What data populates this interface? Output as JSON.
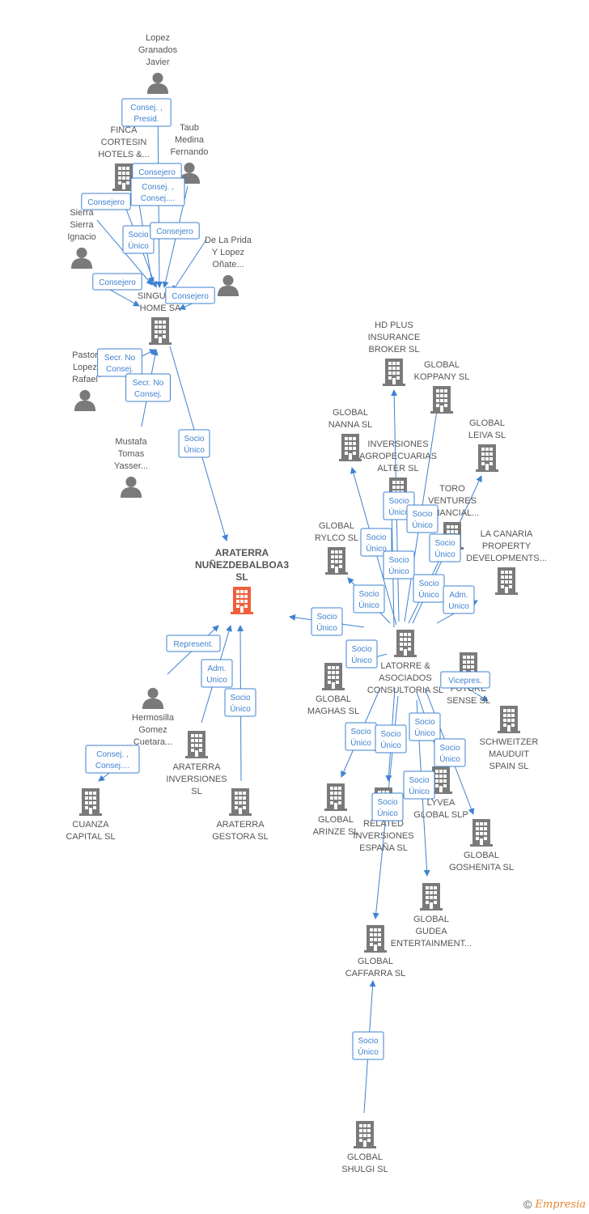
{
  "colors": {
    "edge": "#3f82d0",
    "node_icon": "#7a7a7a",
    "central_icon": "#f0603a",
    "label": "#555555"
  },
  "nodes": [
    {
      "id": "lopez",
      "type": "person",
      "label": [
        "Lopez",
        "Granados",
        "Javier"
      ]
    },
    {
      "id": "finca",
      "type": "company",
      "label": [
        "FINCA",
        "CORTESIN",
        "HOTELS &..."
      ]
    },
    {
      "id": "taub",
      "type": "person",
      "label": [
        "Taub",
        "Medina",
        "Fernando"
      ]
    },
    {
      "id": "sierra",
      "type": "person",
      "label": [
        "Sierra",
        "Sierra",
        "Ignacio"
      ]
    },
    {
      "id": "delaprida",
      "type": "person",
      "label": [
        "De La Prida",
        "Y Lopez",
        "Oñate..."
      ]
    },
    {
      "id": "singhome",
      "type": "company",
      "label": [
        "SINGULAR",
        "HOME SA"
      ]
    },
    {
      "id": "pastor",
      "type": "person",
      "label": [
        "Pastor",
        "Lopez",
        "Rafael"
      ]
    },
    {
      "id": "mustafa",
      "type": "person",
      "label": [
        "Mustafa",
        "Tomas",
        "Yasser..."
      ]
    },
    {
      "id": "araterra",
      "type": "central",
      "label": [
        "ARATERRA",
        "NUÑEZDEBALBOA3",
        "SL"
      ]
    },
    {
      "id": "hermosilla",
      "type": "person",
      "label": [
        "Hermosilla",
        "Gomez",
        "Cuetara..."
      ]
    },
    {
      "id": "cuanza",
      "type": "company",
      "label": [
        "CUANZA",
        "CAPITAL SL"
      ]
    },
    {
      "id": "arainv",
      "type": "company",
      "label": [
        "ARATERRA",
        "INVERSIONES",
        "SL"
      ]
    },
    {
      "id": "aragest",
      "type": "company",
      "label": [
        "ARATERRA",
        "GESTORA SL"
      ]
    },
    {
      "id": "hdplus",
      "type": "company",
      "label": [
        "HD PLUS",
        "INSURANCE",
        "BROKER SL"
      ]
    },
    {
      "id": "koppany",
      "type": "company",
      "label": [
        "GLOBAL",
        "KOPPANY SL"
      ]
    },
    {
      "id": "nanna",
      "type": "company",
      "label": [
        "GLOBAL",
        "NANNA SL"
      ]
    },
    {
      "id": "leiva",
      "type": "company",
      "label": [
        "GLOBAL",
        "LEIVA SL"
      ]
    },
    {
      "id": "agropec",
      "type": "company",
      "label": [
        "INVERSIONES",
        "AGROPECUARIAS",
        "ALTER SL"
      ]
    },
    {
      "id": "toro",
      "type": "company",
      "label": [
        "TORO",
        "VENTURES",
        "FINANCIAL..."
      ]
    },
    {
      "id": "rylco",
      "type": "company",
      "label": [
        "GLOBAL",
        "RYLCO SL"
      ]
    },
    {
      "id": "lacanaria",
      "type": "company",
      "label": [
        "LA CANARIA",
        "PROPERTY",
        "DEVELOPMENTS..."
      ]
    },
    {
      "id": "latorre",
      "type": "company",
      "label": [
        "LATORRE &",
        "ASOCIADOS",
        "CONSULTORIA SL"
      ]
    },
    {
      "id": "maghas",
      "type": "company",
      "label": [
        "GLOBAL",
        "MAGHAS SL"
      ]
    },
    {
      "id": "future",
      "type": "company",
      "label": [
        "FUTURE",
        "SENSE SL"
      ]
    },
    {
      "id": "schweitzer",
      "type": "company",
      "label": [
        "SCHWEITZER",
        "MAUDUIT",
        "SPAIN SL"
      ]
    },
    {
      "id": "arinze",
      "type": "company",
      "label": [
        "GLOBAL",
        "ARINZE SL"
      ]
    },
    {
      "id": "related",
      "type": "company",
      "label": [
        "RELATED",
        "INVERSIONES",
        "ESPAÑA SL"
      ]
    },
    {
      "id": "lyvea",
      "type": "company",
      "label": [
        "LYVEA",
        "GLOBAL SLP"
      ]
    },
    {
      "id": "goshenita",
      "type": "company",
      "label": [
        "GLOBAL",
        "GOSHENITA SL"
      ]
    },
    {
      "id": "gudea",
      "type": "company",
      "label": [
        "GLOBAL",
        "GUDEA",
        "ENTERTAINMENT..."
      ]
    },
    {
      "id": "caffarra",
      "type": "company",
      "label": [
        "GLOBAL",
        "CAFFARRA SL"
      ]
    },
    {
      "id": "shulgi",
      "type": "company",
      "label": [
        "GLOBAL",
        "SHULGI SL"
      ]
    }
  ],
  "edges": [
    {
      "id": "e_lopez_sing",
      "from": "lopez",
      "to": "singhome",
      "label": [
        "Consej. ,",
        "Presid."
      ]
    },
    {
      "id": "e_finca_sing",
      "from": "finca",
      "to": "singhome",
      "label": [
        "Consejero"
      ]
    },
    {
      "id": "e_taub_sing",
      "from": "taub",
      "to": "singhome",
      "label": [
        "Consej. ,",
        "Consej...."
      ]
    },
    {
      "id": "e_sierra_sing",
      "from": "sierra",
      "to": "singhome",
      "label": [
        "Consejero"
      ]
    },
    {
      "id": "e_finca_sing2",
      "from": "finca",
      "to": "singhome",
      "label": [
        "Socio",
        "Único"
      ]
    },
    {
      "id": "e_prida_sing",
      "from": "delaprida",
      "to": "singhome",
      "label": [
        "Consejero"
      ]
    },
    {
      "id": "e_sierra_sing2",
      "from": "sierra",
      "to": "singhome",
      "label": [
        "Consejero"
      ]
    },
    {
      "id": "e_prida_sing2",
      "from": "delaprida",
      "to": "singhome",
      "label": [
        "Consejero"
      ]
    },
    {
      "id": "e_pastor_sing",
      "from": "pastor",
      "to": "singhome",
      "label": [
        "Secr. No",
        "Consej."
      ]
    },
    {
      "id": "e_mustafa_sing",
      "from": "mustafa",
      "to": "singhome",
      "label": [
        "Secr. No",
        "Consej."
      ]
    },
    {
      "id": "e_sing_ara",
      "from": "singhome",
      "to": "araterra",
      "label": [
        "Socio",
        "Único"
      ]
    },
    {
      "id": "e_herm_ara",
      "from": "hermosilla",
      "to": "araterra",
      "label": [
        "Represent."
      ]
    },
    {
      "id": "e_arainv_ara",
      "from": "arainv",
      "to": "araterra",
      "label": [
        "Adm.",
        "Unico"
      ]
    },
    {
      "id": "e_aragest_ara",
      "from": "aragest",
      "to": "araterra",
      "label": [
        "Socio",
        "Único"
      ]
    },
    {
      "id": "e_herm_cuanza",
      "from": "hermosilla",
      "to": "cuanza",
      "label": [
        "Consej. ,",
        "Consej...."
      ]
    },
    {
      "id": "e_lat_ara",
      "from": "latorre",
      "to": "araterra",
      "label": [
        "Socio",
        "Único"
      ]
    },
    {
      "id": "e_lat_agro",
      "from": "latorre",
      "to": "agropec",
      "label": [
        "Socio",
        "Único"
      ]
    },
    {
      "id": "e_lat_koppany",
      "from": "latorre",
      "to": "koppany",
      "label": [
        "Socio",
        "Único"
      ]
    },
    {
      "id": "e_lat_nanna",
      "from": "latorre",
      "to": "nanna",
      "label": [
        "Socio",
        "Único"
      ]
    },
    {
      "id": "e_lat_hd",
      "from": "latorre",
      "to": "hdplus",
      "label": [
        "Socio",
        "Único"
      ]
    },
    {
      "id": "e_lat_toro",
      "from": "latorre",
      "to": "toro",
      "label": [
        "Socio",
        "Único"
      ]
    },
    {
      "id": "e_lat_leiva",
      "from": "latorre",
      "to": "leiva",
      "label": [
        "Socio",
        "Único"
      ]
    },
    {
      "id": "e_lat_rylco",
      "from": "latorre",
      "to": "rylco",
      "label": [
        "Socio",
        "Único"
      ]
    },
    {
      "id": "e_lat_lacanaria",
      "from": "latorre",
      "to": "lacanaria",
      "label": [
        "Adm.",
        "Unico"
      ]
    },
    {
      "id": "e_lat_maghas",
      "from": "latorre",
      "to": "maghas",
      "label": [
        "Socio",
        "Único"
      ]
    },
    {
      "id": "e_lat_future",
      "from": "latorre",
      "to": "future",
      "label": [
        "Vicepres."
      ]
    },
    {
      "id": "e_lat_arinze",
      "from": "latorre",
      "to": "arinze",
      "label": [
        "Socio",
        "Único"
      ]
    },
    {
      "id": "e_lat_related",
      "from": "latorre",
      "to": "related",
      "label": [
        "Socio",
        "Único"
      ]
    },
    {
      "id": "e_lat_lyvea",
      "from": "latorre",
      "to": "lyvea",
      "label": [
        "Socio",
        "Único"
      ]
    },
    {
      "id": "e_lat_goshenita",
      "from": "latorre",
      "to": "goshenita",
      "label": [
        "Socio",
        "Único"
      ]
    },
    {
      "id": "e_lat_gudea",
      "from": "latorre",
      "to": "gudea",
      "label": [
        "Socio",
        "Único"
      ]
    },
    {
      "id": "e_lat_caffarra",
      "from": "latorre",
      "to": "caffarra",
      "label": [
        "Socio",
        "Único"
      ]
    },
    {
      "id": "e_shulgi_caffarra",
      "from": "shulgi",
      "to": "caffarra",
      "label": [
        "Socio",
        "Único"
      ]
    }
  ],
  "footer": {
    "copyright": "©",
    "brand": "Empresia"
  }
}
